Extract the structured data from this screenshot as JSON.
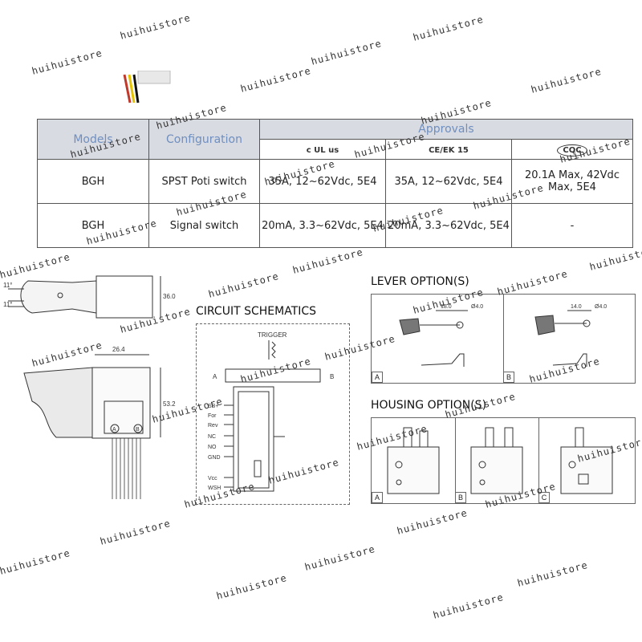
{
  "watermark": "huihuistore",
  "table": {
    "headers": {
      "models": "Models",
      "configuration": "Configuration",
      "approvals": "Approvals"
    },
    "cert_marks": [
      "c UL us",
      "CE/EK 15",
      "CQC"
    ],
    "rows": [
      {
        "model": "BGH",
        "config": "SPST Poti switch",
        "a1": "35A, 12~62Vdc, 5E4",
        "a2": "35A, 12~62Vdc, 5E4",
        "a3": "20.1A Max, 42Vdc Max, 5E4"
      },
      {
        "model": "BGH",
        "config": "Signal switch",
        "a1": "20mA, 3.3~62Vdc, 5E4",
        "a2": "20mA, 3.3~62Vdc, 5E4",
        "a3": "-"
      }
    ]
  },
  "drawing_left": {
    "angle_top": "11°",
    "angle_bottom": "11°",
    "dim_height": "36.0",
    "dim_width": "26.4",
    "dim_length": "53.2",
    "mark_a": "A",
    "mark_b": "B"
  },
  "circuit": {
    "title": "CIRCUIT SCHEMATICS",
    "trigger": "TRIGGER",
    "terminal_a": "A",
    "terminal_b": "B",
    "pins": [
      "SB+",
      "For",
      "Rev",
      "NC",
      "NO",
      "GND",
      "Vcc",
      "WSH"
    ]
  },
  "lever": {
    "title": "LEVER OPTION(S)",
    "opt_a_dim": "18.0",
    "opt_a_hole": "Ø4.0",
    "opt_b_dim": "14.0",
    "opt_b_hole": "Ø4.0",
    "labels": [
      "A",
      "B"
    ]
  },
  "housing": {
    "title": "HOUSING OPTION(S)",
    "labels": [
      "A",
      "B",
      "C"
    ]
  }
}
